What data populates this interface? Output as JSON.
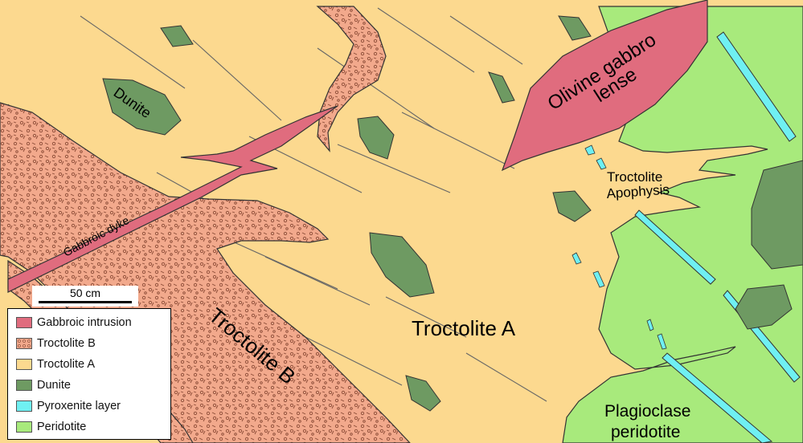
{
  "colors": {
    "gabbroic": "#e06c7e",
    "troctolite_b": "#f2a98c",
    "troctolite_a": "#fcd98f",
    "dunite": "#6e9a62",
    "pyroxenite": "#6ff0f2",
    "peridotite": "#a8ea7c"
  },
  "labels": {
    "dunite": "Dunite",
    "olivine_gabbro_1": "Olivine gabbro",
    "olivine_gabbro_2": "lense",
    "troctolite_apophysis_1": "Troctolite",
    "troctolite_apophysis_2": "Apophysis",
    "gabbroic_dyke": "Gabbroic dyke",
    "troctolite_a": "Troctolite A",
    "troctolite_b": "Troctolite B",
    "plagioclase_1": "Plagioclase",
    "plagioclase_2": "peridotite"
  },
  "scale": {
    "label": "50 cm"
  },
  "legend": {
    "items": [
      {
        "label": "Gabbroic intrusion",
        "color": "#e06c7e",
        "pattern": "none"
      },
      {
        "label": "Troctolite B",
        "color": "#f2a98c",
        "pattern": "dots"
      },
      {
        "label": "Troctolite A",
        "color": "#fcd98f",
        "pattern": "none"
      },
      {
        "label": "Dunite",
        "color": "#6e9a62",
        "pattern": "none"
      },
      {
        "label": "Pyroxenite layer",
        "color": "#6ff0f2",
        "pattern": "none"
      },
      {
        "label": "Peridotite",
        "color": "#a8ea7c",
        "pattern": "none"
      }
    ]
  }
}
